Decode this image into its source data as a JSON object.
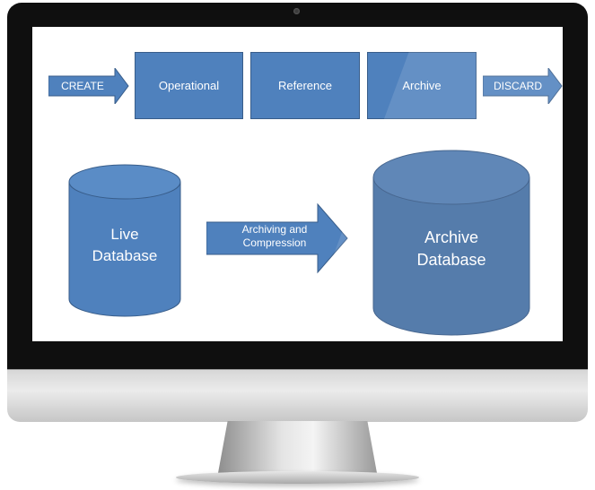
{
  "lifecycle": {
    "start": "CREATE",
    "stages": [
      "Operational",
      "Reference",
      "Archive"
    ],
    "end": "DISCARD"
  },
  "process": {
    "source_line1": "Live",
    "source_line2": "Database",
    "action_line1": "Archiving and",
    "action_line2": "Compression",
    "target_line1": "Archive",
    "target_line2": "Database"
  },
  "colors": {
    "shape_fill": "#4f81bd",
    "shape_border": "#385d8a",
    "archive_fill": "#3e6aa0",
    "text": "#ffffff"
  }
}
